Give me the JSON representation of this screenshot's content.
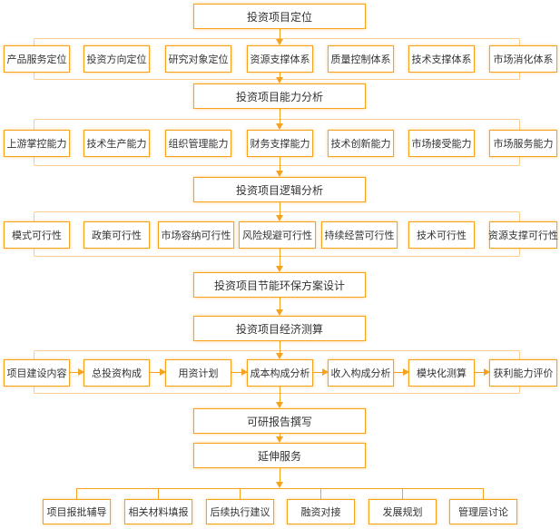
{
  "flowchart": {
    "colors": {
      "box_border": "#F7A21F",
      "connector_frame": "#FFCB8C",
      "arrow": "#F7A21F",
      "text": "#333333",
      "background": "#FFFFFF"
    },
    "main_nodes": [
      "投资项目定位",
      "投资项目能力分析",
      "投资项目逻辑分析",
      "投资项目节能环保方案设计",
      "投资项目经济测算",
      "可研报告撰写",
      "延伸服务"
    ],
    "positioning_factors": [
      "产品服务定位",
      "投资方向定位",
      "研究对象定位",
      "资源支撑体系",
      "质量控制体系",
      "技术支撑体系",
      "市场消化体系"
    ],
    "capability_factors": [
      "上游掌控能力",
      "技术生产能力",
      "组织管理能力",
      "财务支撑能力",
      "技术创新能力",
      "市场接受能力",
      "市场服务能力"
    ],
    "feasibility_factors": [
      "模式可行性",
      "政策可行性",
      "市场容纳可行性",
      "风险规避可行性",
      "持续经营可行性",
      "技术可行性",
      "资源支撑可行性"
    ],
    "economic_steps": [
      "项目建设内容",
      "总投资构成",
      "用资计划",
      "成本构成分析",
      "收入构成分析",
      "模块化测算",
      "获利能力评价"
    ],
    "extended_services": [
      "项目报批辅导",
      "相关材料填报",
      "后续执行建议",
      "融资对接",
      "发展规划",
      "管理层讨论"
    ]
  }
}
